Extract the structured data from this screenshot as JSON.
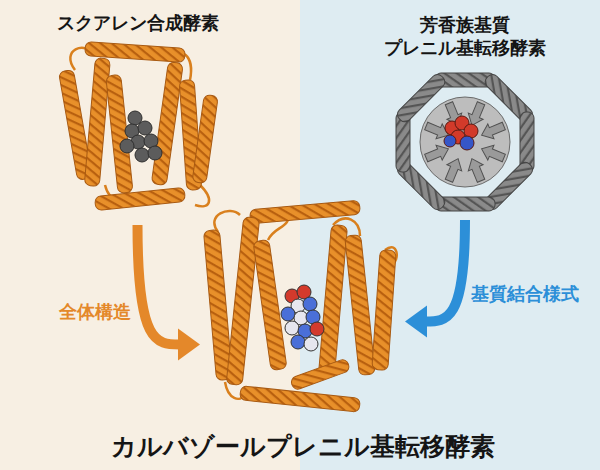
{
  "diagram": {
    "nodes": [
      {
        "text": [
          "スクアレン合成酵素"
        ]
      },
      {
        "text": [
          "芳香族基質 プレニル基転移酵素"
        ]
      },
      {
        "text": [
          "カルバゾールプレニル基転移酵素"
        ]
      }
    ],
    "edges": [
      {
        "from": 0,
        "to": 2,
        "arrow": "to",
        "label": "全体構造"
      },
      {
        "from": 1,
        "to": 2,
        "arrow": "to",
        "label": "基質結合様式"
      }
    ]
  }
}
